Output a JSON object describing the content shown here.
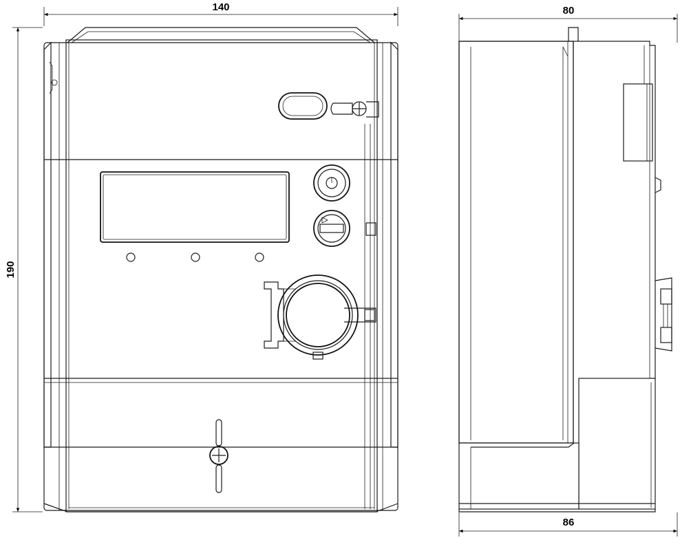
{
  "dimensions": {
    "front_width": "140",
    "front_height": "190",
    "side_depth_top": "80",
    "side_depth_bottom": "86"
  }
}
